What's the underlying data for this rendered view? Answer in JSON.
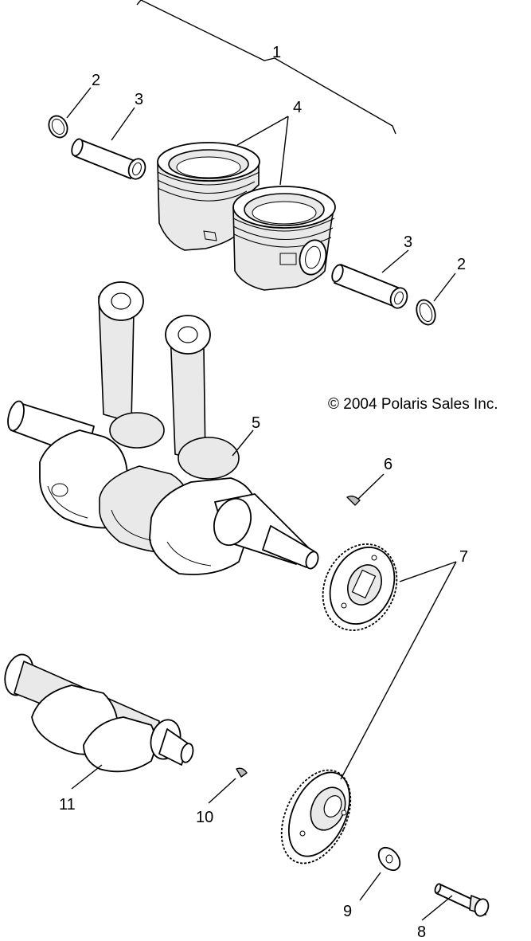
{
  "copyright": "© 2004 Polaris Sales Inc.",
  "callouts": {
    "c1": "1",
    "c2a": "2",
    "c3a": "3",
    "c4": "4",
    "c3b": "3",
    "c2b": "2",
    "c5": "5",
    "c6": "6",
    "c7": "7",
    "c8": "8",
    "c9": "9",
    "c10": "10",
    "c11": "11"
  }
}
